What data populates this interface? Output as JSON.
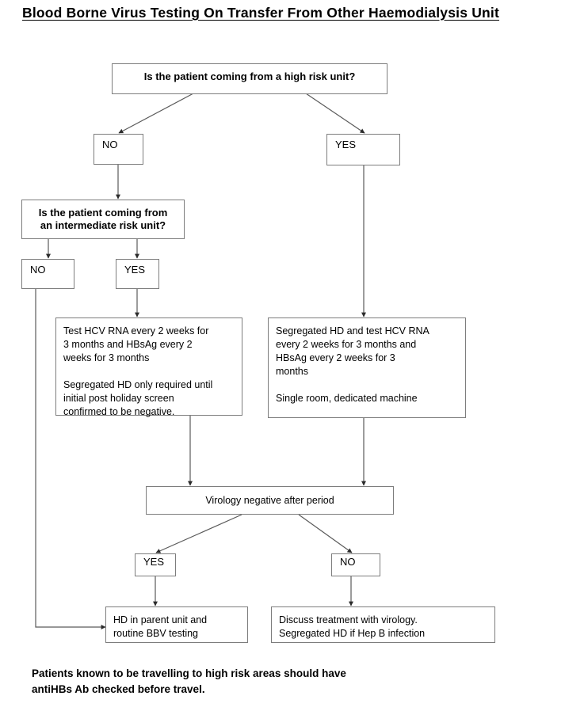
{
  "page": {
    "title": "Blood Borne Virus Testing On Transfer From Other Haemodialysis Unit",
    "footer": "Patients known to be travelling to high risk areas should have\nantiHBs Ab checked before travel.",
    "background_color": "#ffffff",
    "line_color": "#3f3f3f",
    "box_border_color": "#7d7d7d",
    "text_color": "#000000"
  },
  "chart_data": {
    "type": "flowchart",
    "title": "Blood Borne Virus Testing On Transfer From Other Haemodialysis Unit",
    "nodes": [
      {
        "id": "q1",
        "label": "Is the patient coming from a high risk unit?",
        "shape": "rect",
        "role": "decision"
      },
      {
        "id": "q1_no",
        "label": "NO",
        "shape": "rect",
        "role": "answer"
      },
      {
        "id": "q1_yes",
        "label": "YES",
        "shape": "rect",
        "role": "answer"
      },
      {
        "id": "q2",
        "label": "Is the patient coming from\nan intermediate risk unit?",
        "shape": "rect",
        "role": "decision"
      },
      {
        "id": "q2_no",
        "label": "NO",
        "shape": "rect",
        "role": "answer"
      },
      {
        "id": "q2_yes",
        "label": "YES",
        "shape": "rect",
        "role": "answer"
      },
      {
        "id": "act_left",
        "label": "Test HCV RNA every 2 weeks for\n3 months and HBsAg every 2\nweeks for 3 months\n\nSegregated HD only required until\ninitial post holiday screen\nconfirmed to be negative.",
        "shape": "rect",
        "role": "action"
      },
      {
        "id": "act_right",
        "label": "Segregated HD and test HCV RNA\nevery 2 weeks for 3 months and\nHBsAg every 2 weeks for 3\nmonths\n\nSingle room, dedicated machine",
        "shape": "rect",
        "role": "action"
      },
      {
        "id": "q3",
        "label": "Virology negative after period",
        "shape": "rect",
        "role": "decision"
      },
      {
        "id": "q3_yes",
        "label": "YES",
        "shape": "rect",
        "role": "answer"
      },
      {
        "id": "q3_no",
        "label": "NO",
        "shape": "rect",
        "role": "answer"
      },
      {
        "id": "out_left",
        "label": "HD in parent unit and\nroutine BBV testing",
        "shape": "rect",
        "role": "outcome"
      },
      {
        "id": "out_right",
        "label": "Discuss treatment with virology.\nSegregated HD if Hep B infection",
        "shape": "rect",
        "role": "outcome"
      }
    ],
    "edges": [
      {
        "from": "q1",
        "to": "q1_no",
        "label": ""
      },
      {
        "from": "q1",
        "to": "q1_yes",
        "label": ""
      },
      {
        "from": "q1_no",
        "to": "q2",
        "label": ""
      },
      {
        "from": "q2",
        "to": "q2_no",
        "label": ""
      },
      {
        "from": "q2",
        "to": "q2_yes",
        "label": ""
      },
      {
        "from": "q2_yes",
        "to": "act_left",
        "label": ""
      },
      {
        "from": "q1_yes",
        "to": "act_right",
        "label": ""
      },
      {
        "from": "act_left",
        "to": "q3",
        "label": ""
      },
      {
        "from": "act_right",
        "to": "q3",
        "label": ""
      },
      {
        "from": "q3",
        "to": "q3_yes",
        "label": ""
      },
      {
        "from": "q3",
        "to": "q3_no",
        "label": ""
      },
      {
        "from": "q3_yes",
        "to": "out_left",
        "label": ""
      },
      {
        "from": "q3_no",
        "to": "out_right",
        "label": ""
      },
      {
        "from": "q2_no",
        "to": "out_left",
        "label": ""
      }
    ]
  },
  "nodes": {
    "q1": {
      "label": "Is the patient coming from a high risk unit?"
    },
    "q1_no": {
      "label": "NO"
    },
    "q1_yes": {
      "label": "YES"
    },
    "q2": {
      "label": "Is the patient coming from\nan intermediate risk unit?"
    },
    "q2_no": {
      "label": "NO"
    },
    "q2_yes": {
      "label": "YES"
    },
    "act_left": {
      "label": "Test HCV RNA every 2 weeks for\n3 months and HBsAg every 2\nweeks for 3 months\n\nSegregated HD only required until\ninitial post holiday screen\nconfirmed to be negative."
    },
    "act_right": {
      "label": "Segregated HD and test HCV RNA\nevery 2 weeks for 3 months and\nHBsAg every 2 weeks for 3\nmonths\n\nSingle room, dedicated machine"
    },
    "q3": {
      "label": "Virology negative after period"
    },
    "q3_yes": {
      "label": "YES"
    },
    "q3_no": {
      "label": "NO"
    },
    "out_left": {
      "label": "HD in parent unit and\nroutine BBV testing"
    },
    "out_right": {
      "label": "Discuss treatment with virology.\nSegregated HD if Hep B infection"
    }
  }
}
